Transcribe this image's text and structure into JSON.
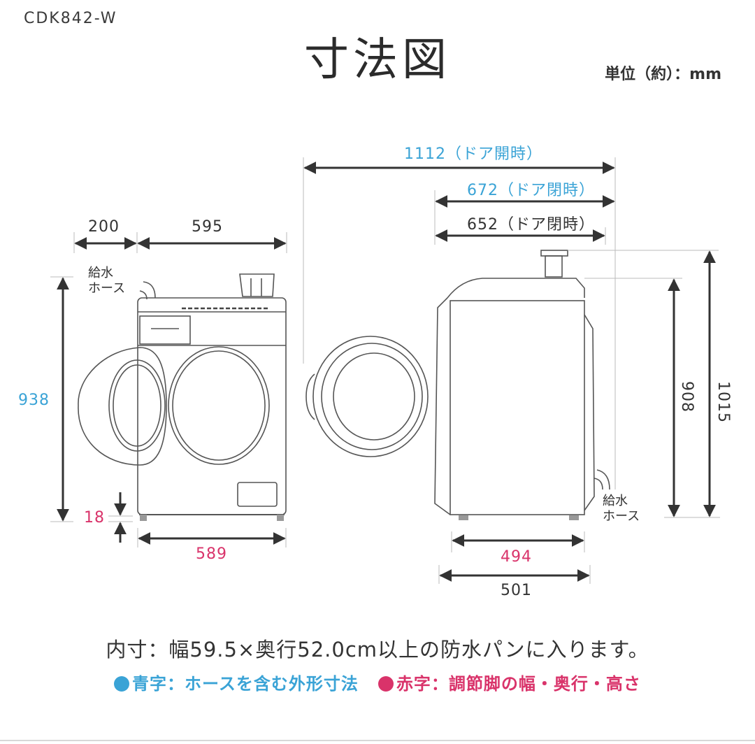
{
  "header": {
    "model": "CDK842-W",
    "title": "寸法図",
    "unit": "単位（約）：mm"
  },
  "colors": {
    "blue": "#3aa3d6",
    "red": "#d9336a",
    "line": "#333333"
  },
  "front_view": {
    "hose_offset": "200",
    "width_with_hose": "595",
    "height_with_hose": "938",
    "leg_height": "18",
    "leg_width": "589",
    "hose_label_line1": "給水",
    "hose_label_line2": "ホース"
  },
  "side_view": {
    "depth_door_open": "1112（ドア開時）",
    "depth_closed_with_hose": "672（ドア閉時）",
    "depth_closed": "652（ドア閉時）",
    "body_height": "908",
    "total_height": "1015",
    "leg_depth": "494",
    "base_depth": "501",
    "hose_label_line1": "給水",
    "hose_label_line2": "ホース"
  },
  "footer": {
    "pan_note": "内寸：幅59.5×奥行52.0cm以上の防水パンに入ります。",
    "legend_blue": "青字：ホースを含む外形寸法",
    "legend_red": "赤字：調節脚の幅・奥行・高さ"
  }
}
